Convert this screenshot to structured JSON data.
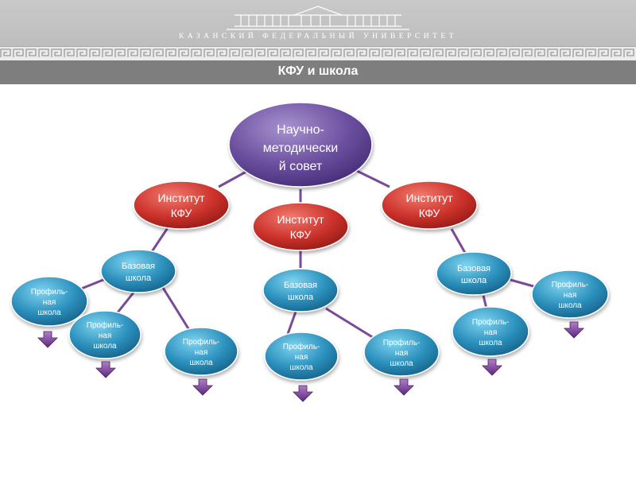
{
  "header": {
    "university_name": "КАЗАНСКИЙ ФЕДЕРАЛЬНЫЙ УНИВЕРСИТЕТ",
    "title": "КФУ и школа"
  },
  "diagram": {
    "council": [
      "Научно-",
      "методически",
      "й совет"
    ],
    "institute_left": [
      "Институт",
      "КФУ"
    ],
    "institute_center": [
      "Институт",
      "КФУ"
    ],
    "institute_right": [
      "Институт",
      "КФУ"
    ],
    "base_school": [
      "Базовая",
      "школа"
    ],
    "profile_school": [
      "Профиль-",
      "ная",
      "школа"
    ]
  },
  "colors": {
    "council": "#6a4a9c",
    "institute": "#c8302c",
    "school": "#2b8fba",
    "connector": "#7a4a98",
    "arrow": "#7b3c9a"
  }
}
